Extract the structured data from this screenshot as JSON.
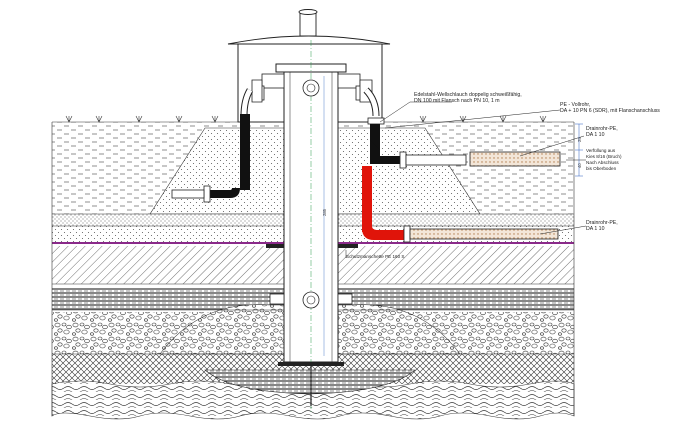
{
  "labels": {
    "flange_line1": "Edelstahl-Wellschlauch doppelig schweißfähig,",
    "flange_line2": "DN 100 mit Flansch nach PN 10, 1 m",
    "pe_line1": "PE - Vollrohr,",
    "pe_line2": "DA + 10 PN 6 (SDR), mit Flanschanschluss",
    "drain_top_line1": "Drainrohr-PE,",
    "drain_top_line2": "DA 1 10",
    "fill_line1": "Verfüllung aus",
    "fill_line2": "Kies 8/16 (Bruch)",
    "fill_line3": "Nach Abschluss",
    "fill_line4": "bis Oberboden",
    "drain_bottom_line1": "Drainrohr-PE,",
    "drain_bottom_line2": "DA 1 10",
    "seal_label": "Schutzmanschette PE 160 S",
    "dim_total": "285",
    "dim_top": "25",
    "dim_mid": "40"
  },
  "colors": {
    "line": "#222222",
    "red_pipe": "#e0140a",
    "purple_layer": "#8a2a8a",
    "drain_orange": "#d9a070",
    "blue_dim": "#2a5fbf",
    "green_axis": "#2a9a4a"
  }
}
